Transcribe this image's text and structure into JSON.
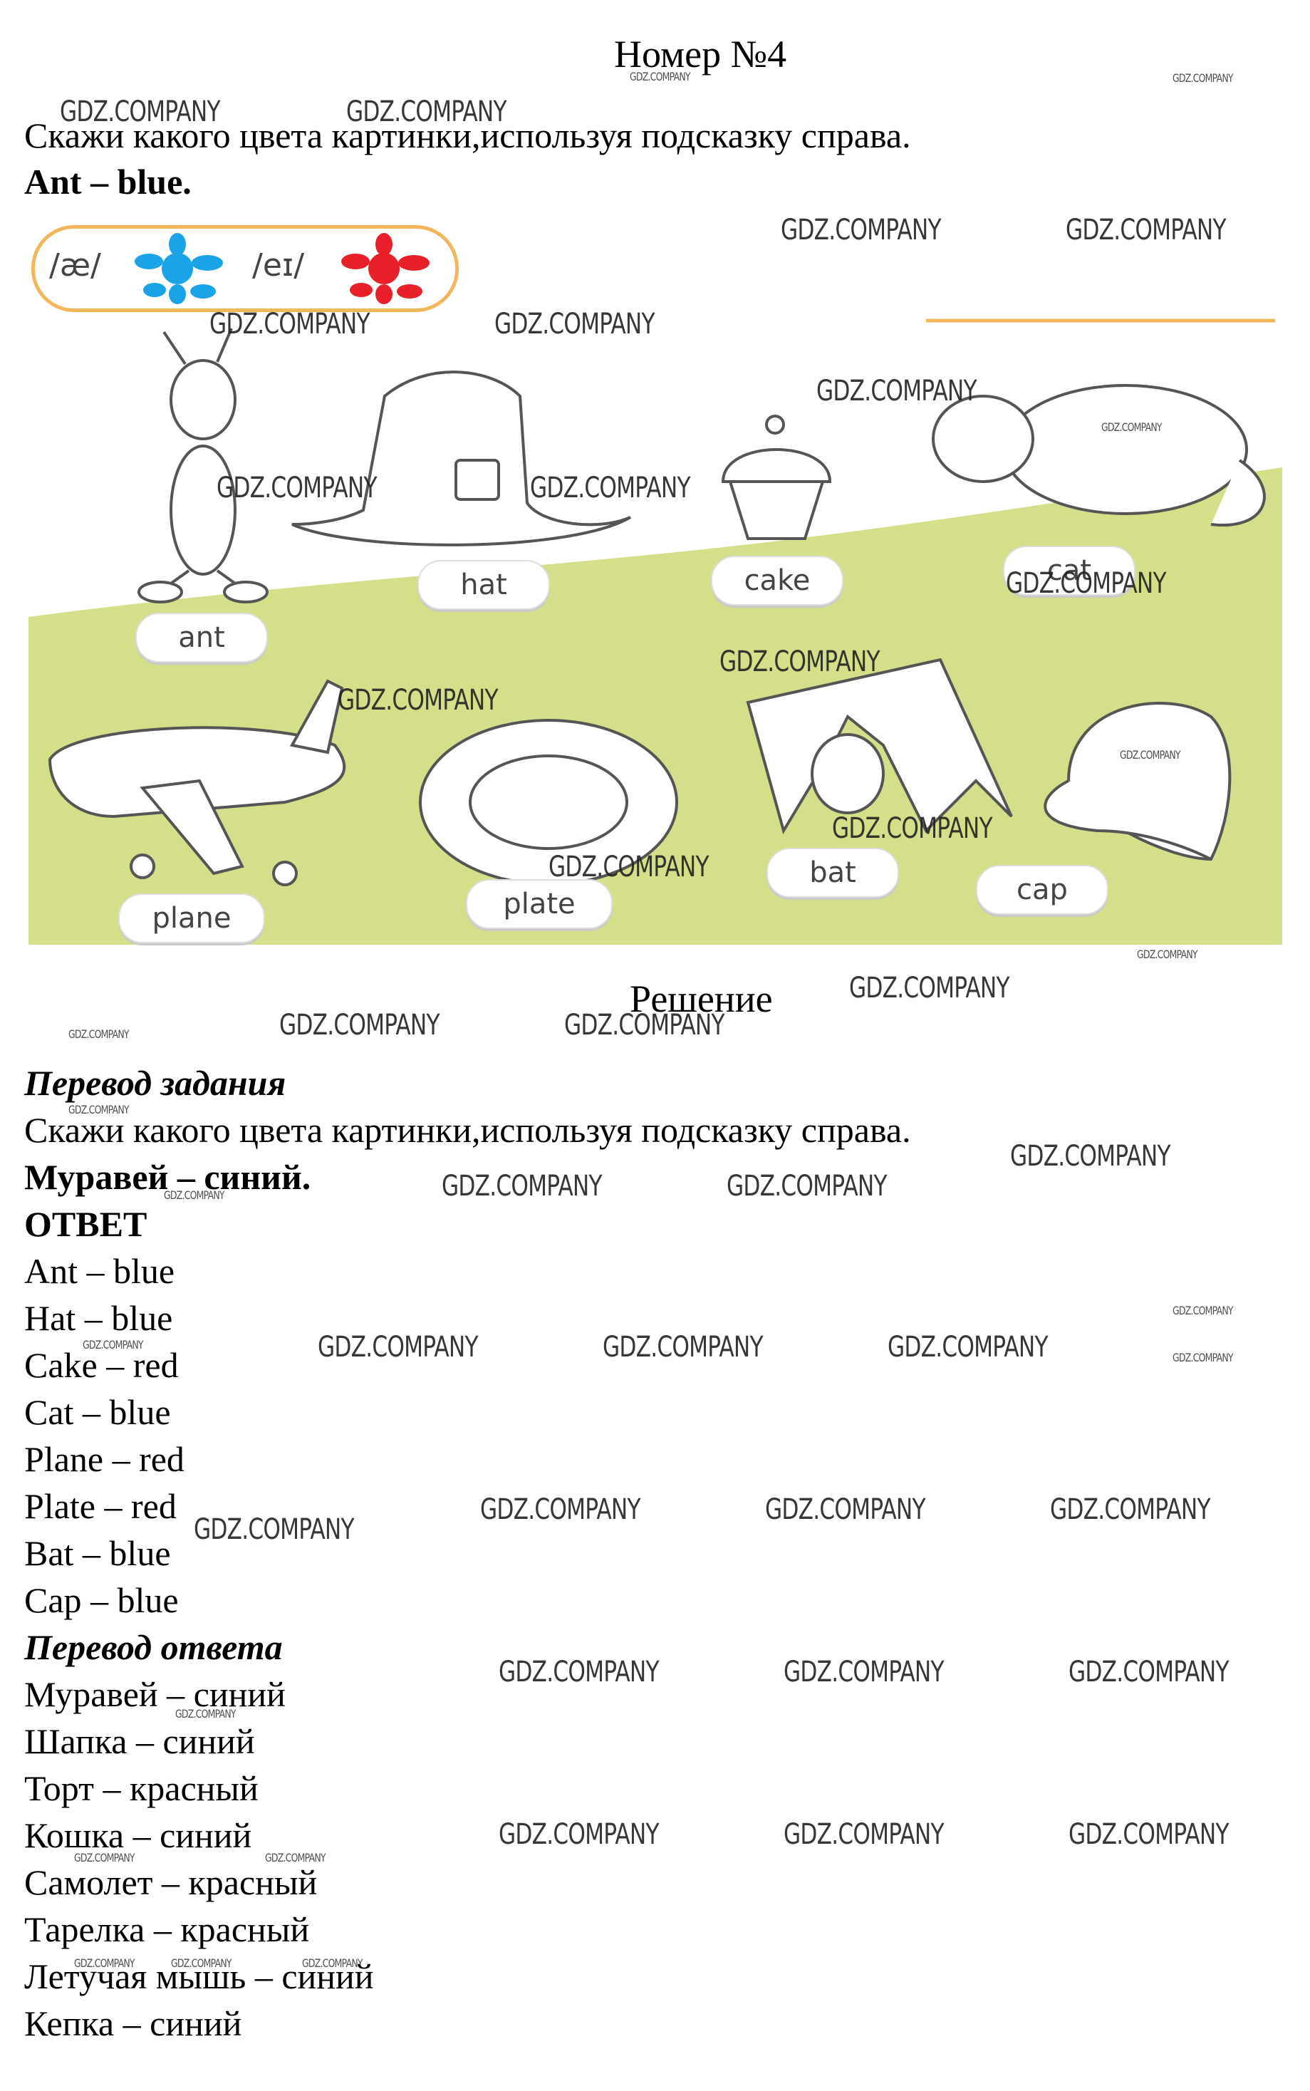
{
  "header": {
    "title": "Номер №4"
  },
  "task": {
    "instruction": "Скажи какого цвета картинки,используя подсказку справа.",
    "example": "Ant – blue."
  },
  "legend": {
    "sounds": [
      {
        "symbol": "/æ/",
        "color": "#1aa3e6",
        "icon": "blue-splash-icon"
      },
      {
        "symbol": "/eɪ/",
        "color": "#e8202a",
        "icon": "red-splash-icon"
      }
    ]
  },
  "picture": {
    "words": [
      "ant",
      "hat",
      "cake",
      "cat",
      "plane",
      "plate",
      "bat",
      "cap"
    ],
    "grass_color": "#d5df8a"
  },
  "solution": {
    "heading": "Решение",
    "translation_heading": "Перевод задания",
    "translation_text": "Скажи какого цвета картинки,используя подсказку справа.",
    "translation_example": "Муравей – синий.",
    "answer_heading": "ОТВЕТ",
    "answers": [
      "Ant – blue",
      "Hat – blue",
      "Cake – red",
      "Cat – blue",
      "Plane – red",
      "Plate – red",
      "Bat – blue",
      "Cap – blue"
    ],
    "answer_translation_heading": "Перевод ответа",
    "answer_translations": [
      "Муравей – синий",
      "Шапка – синий",
      "Торт – красный",
      "Кошка – синий",
      "Самолет – красный",
      "Тарелка – красный",
      "Летучая мышь – синий",
      "Кепка – синий"
    ]
  },
  "watermark": {
    "text": "GDZ.COMPANY"
  }
}
